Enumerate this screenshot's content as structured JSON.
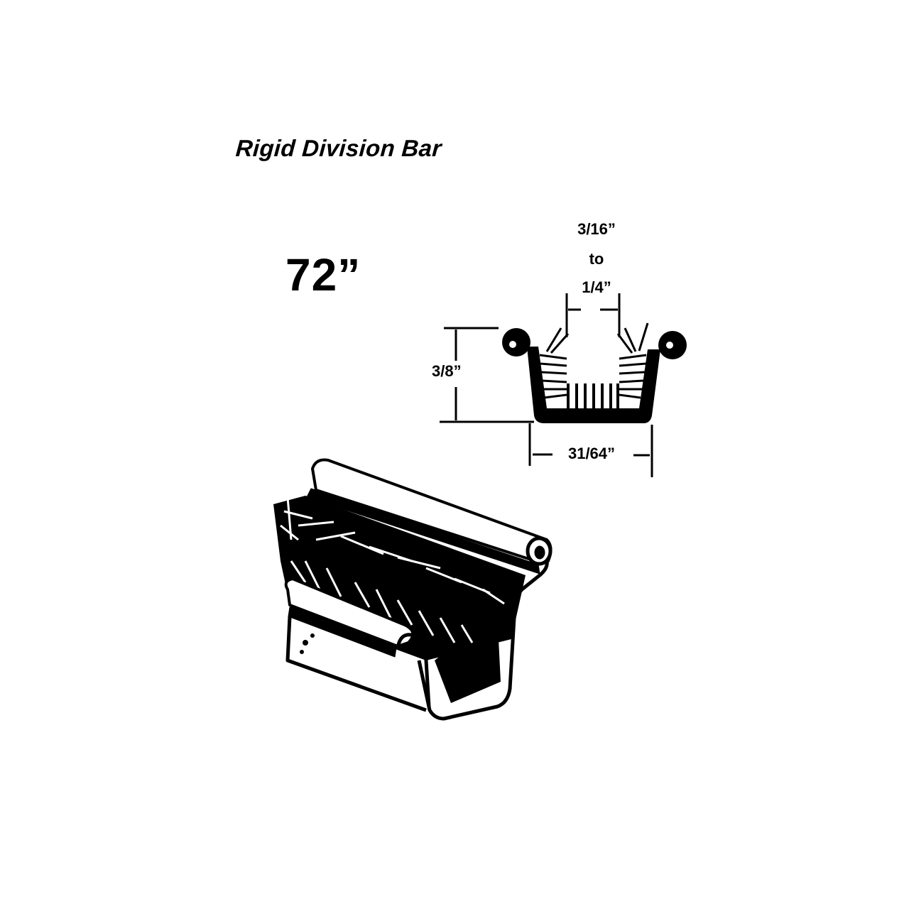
{
  "title": "Rigid Division Bar",
  "length_label": "72”",
  "dimensions": {
    "channel_gap": {
      "line1": "3/16”",
      "line2": "to",
      "line3": "1/4”"
    },
    "height": "3/8”",
    "width": "31/64”"
  },
  "colors": {
    "ink": "#000000",
    "background": "#ffffff"
  }
}
